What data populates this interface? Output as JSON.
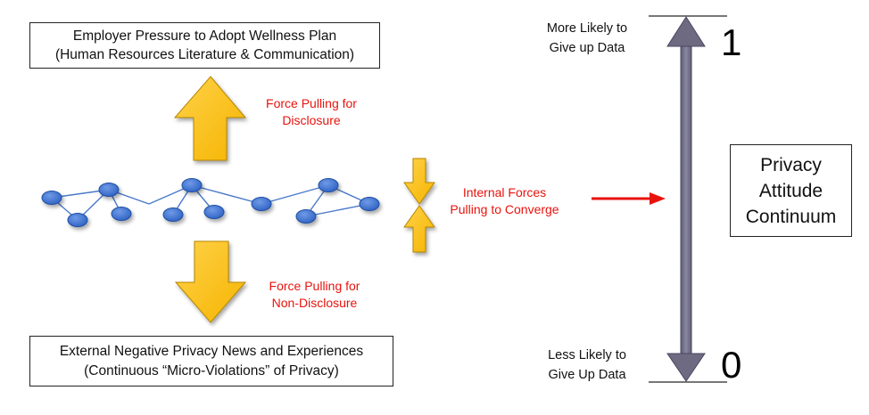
{
  "boxes": {
    "top": {
      "line1": "Employer Pressure to Adopt Wellness Plan",
      "line2": "(Human Resources Literature & Communication)"
    },
    "bottom": {
      "line1": "External Negative Privacy News and Experiences",
      "line2": "(Continuous “Micro-Violations” of Privacy)"
    },
    "continuum": {
      "line1": "Privacy",
      "line2": "Attitude",
      "line3": "Continuum"
    }
  },
  "forces": {
    "up": {
      "line1": "Force Pulling for",
      "line2": "Disclosure"
    },
    "down": {
      "line1": "Force Pulling for",
      "line2": "Non-Disclosure"
    },
    "internal": {
      "line1": "Internal Forces",
      "line2": "Pulling to Converge"
    }
  },
  "scale": {
    "top_label": {
      "line1": "More Likely to",
      "line2": "Give up Data"
    },
    "bottom_label": {
      "line1": "Less Likely to",
      "line2": "Give Up Data"
    },
    "max_value": "1",
    "min_value": "0"
  },
  "colors": {
    "force_arrow_fill": "#ffc000",
    "force_arrow_stroke": "#b58600",
    "node_fill": "#3f72cf",
    "node_stroke": "#1f4fa3",
    "edge": "#4a79c9",
    "force_text": "#e8130d",
    "scale_shaft": "#6d6a82"
  },
  "icons": {
    "network": "network-graph-icon",
    "up_arrow": "block-arrow-up-icon",
    "down_arrow": "block-arrow-down-icon",
    "converge": "converging-arrows-icon",
    "pointer": "red-arrow-right-icon",
    "scale": "double-headed-arrow-icon"
  }
}
